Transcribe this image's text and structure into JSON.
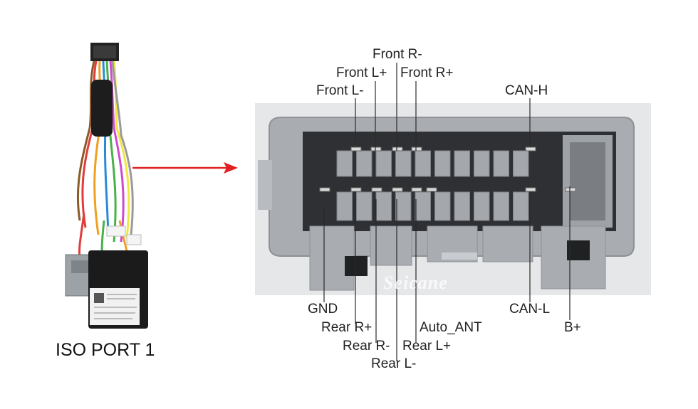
{
  "caption": "ISO PORT 1",
  "watermark": "Seicane",
  "labels": {
    "front_r_minus": "Front R-",
    "front_l_plus": "Front L+",
    "front_r_plus": "Front R+",
    "front_l_minus": "Front L-",
    "can_h": "CAN-H",
    "gnd": "GND",
    "rear_r_plus": "Rear R+",
    "rear_r_minus": "Rear R-",
    "rear_l_plus": "Rear L+",
    "rear_l_minus": "Rear L-",
    "auto_ant": "Auto_ANT",
    "can_l": "CAN-L",
    "b_plus": "B+"
  },
  "colors": {
    "arrow": "#e02020",
    "housing": "#a9adb2",
    "background_photo": "#e6e7e9",
    "label": "#222222"
  }
}
